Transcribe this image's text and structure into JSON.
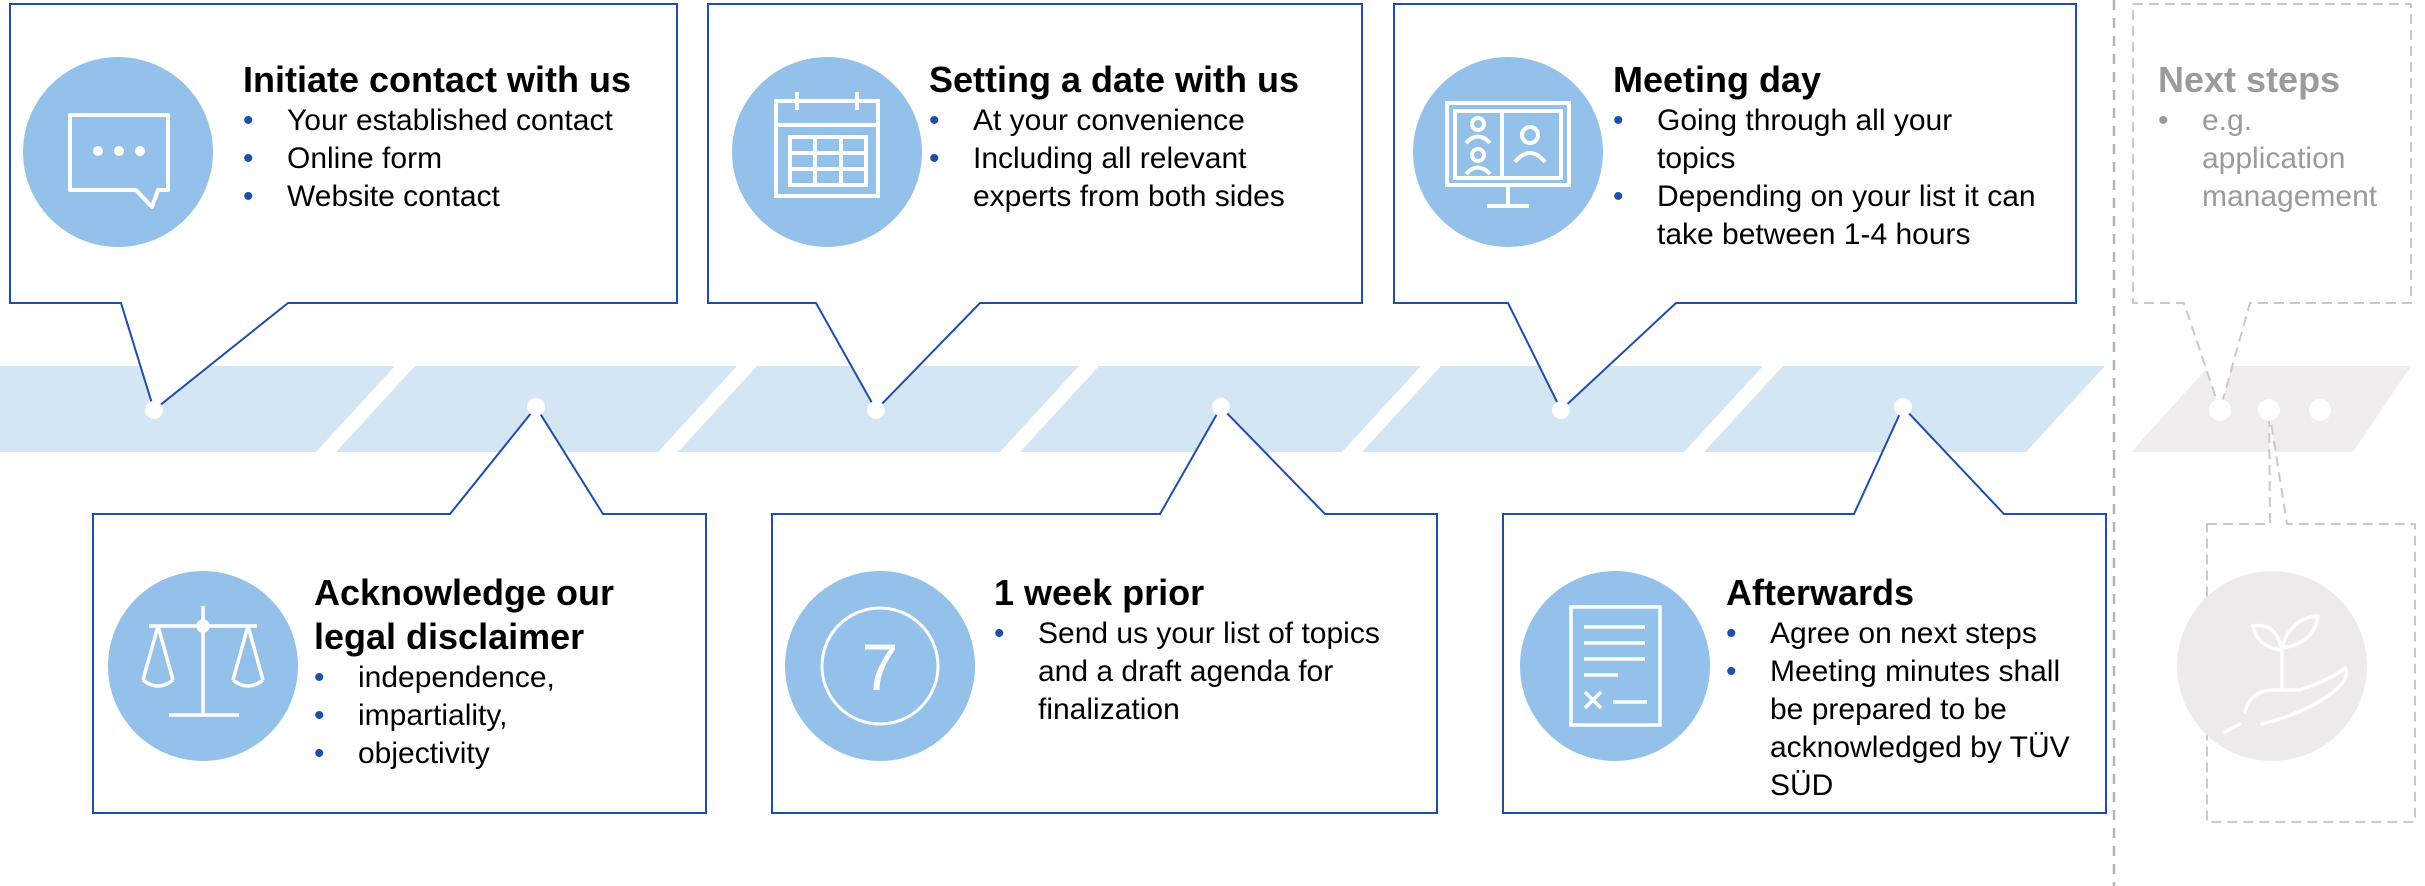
{
  "colors": {
    "accent": "#1f4ea8",
    "band": "#d4e5f4",
    "icon_fill": "#93c1e9",
    "inactive_band": "#efeeec",
    "inactive_icon": "#ecebea",
    "inactive_border": "#c9c9c9",
    "inactive_text": "#9b9b9b"
  },
  "steps": [
    {
      "title": "Initiate contact with us",
      "icon": "chat-bubble-icon",
      "bullets": [
        "Your established contact",
        "Online form",
        "Website contact"
      ]
    },
    {
      "title": "Acknowledge our legal disclaimer",
      "icon": "scales-icon",
      "bullets": [
        "independence,",
        "impartiality,",
        "objectivity"
      ]
    },
    {
      "title": "Setting a date with us",
      "icon": "calendar-icon",
      "bullets": [
        "At your convenience",
        "Including all relevant experts from both sides"
      ]
    },
    {
      "title": "1 week prior",
      "icon": "seven-circle-icon",
      "icon_text": "7",
      "bullets": [
        "Send us your list of topics and a draft agenda for finalization"
      ]
    },
    {
      "title": "Meeting day",
      "icon": "video-meeting-icon",
      "bullets": [
        "Going through all your topics",
        "Depending on your list it can take between 1-4 hours"
      ]
    },
    {
      "title": "Afterwards",
      "icon": "document-sign-icon",
      "bullets": [
        "Agree on next steps",
        "Meeting minutes shall be prepared to be acknowledged by TÜV SÜD"
      ]
    }
  ],
  "next_steps": {
    "title": "Next steps",
    "icon": "plant-hand-icon",
    "bullets": [
      "e.g. application management"
    ]
  }
}
